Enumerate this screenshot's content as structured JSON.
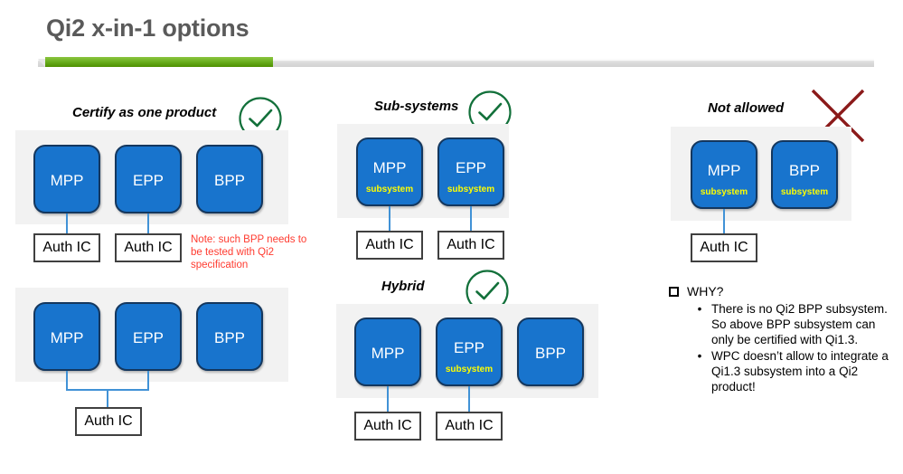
{
  "header": {
    "title": "Qi2 x-in-1 options",
    "rule_green_color": "#6cb021",
    "rule_gray_color": "#dcdcdc"
  },
  "colors": {
    "block_fill": "#1874CD",
    "block_border": "#14375e",
    "subsystem_text": "#ffff00",
    "tray": "#f2f2f2",
    "wire": "#4192D6",
    "check": "#12703A",
    "cross": "#8B1A1A",
    "note_red": "#FF3B30",
    "title_gray": "#5a5a5a"
  },
  "labels": {
    "auth_ic": "Auth IC",
    "subsystem": "subsystem",
    "mpp": "MPP",
    "epp": "EPP",
    "bpp": "BPP"
  },
  "panels": [
    {
      "id": "certify-as-one-product",
      "title": "Certify as one product",
      "mark": "check",
      "blocks": [
        {
          "label": "MPP",
          "sub": null
        },
        {
          "label": "EPP",
          "sub": null
        },
        {
          "label": "BPP",
          "sub": null
        }
      ],
      "auth_ics": [
        "Auth IC",
        "Auth IC"
      ]
    },
    {
      "id": "certify-as-one-product-shared",
      "title": "",
      "mark": "none",
      "blocks": [
        {
          "label": "MPP",
          "sub": null
        },
        {
          "label": "EPP",
          "sub": null
        },
        {
          "label": "BPP",
          "sub": null
        }
      ],
      "auth_ics": [
        "Auth IC"
      ]
    },
    {
      "id": "sub-systems",
      "title": "Sub-systems",
      "mark": "check",
      "blocks": [
        {
          "label": "MPP",
          "sub": "subsystem"
        },
        {
          "label": "EPP",
          "sub": "subsystem"
        }
      ],
      "auth_ics": [
        "Auth IC",
        "Auth IC"
      ]
    },
    {
      "id": "hybrid",
      "title": "Hybrid",
      "mark": "check",
      "blocks": [
        {
          "label": "MPP",
          "sub": null
        },
        {
          "label": "EPP",
          "sub": "subsystem"
        },
        {
          "label": "BPP",
          "sub": null
        }
      ],
      "auth_ics": [
        "Auth IC",
        "Auth IC"
      ]
    },
    {
      "id": "not-allowed",
      "title": "Not allowed",
      "mark": "cross",
      "blocks": [
        {
          "label": "MPP",
          "sub": "subsystem"
        },
        {
          "label": "BPP",
          "sub": "subsystem"
        }
      ],
      "auth_ics": [
        "Auth IC"
      ]
    }
  ],
  "note": {
    "text": "Note: such BPP needs to be tested with Qi2 specification"
  },
  "why": {
    "heading": "WHY?",
    "bullet_glyph": "•",
    "items": [
      "There is no Qi2 BPP subsystem. So above BPP subsystem can only be certified with Qi1.3.",
      "WPC doesn’t allow to integrate a Qi1.3 subsystem into a Qi2 product!"
    ]
  }
}
